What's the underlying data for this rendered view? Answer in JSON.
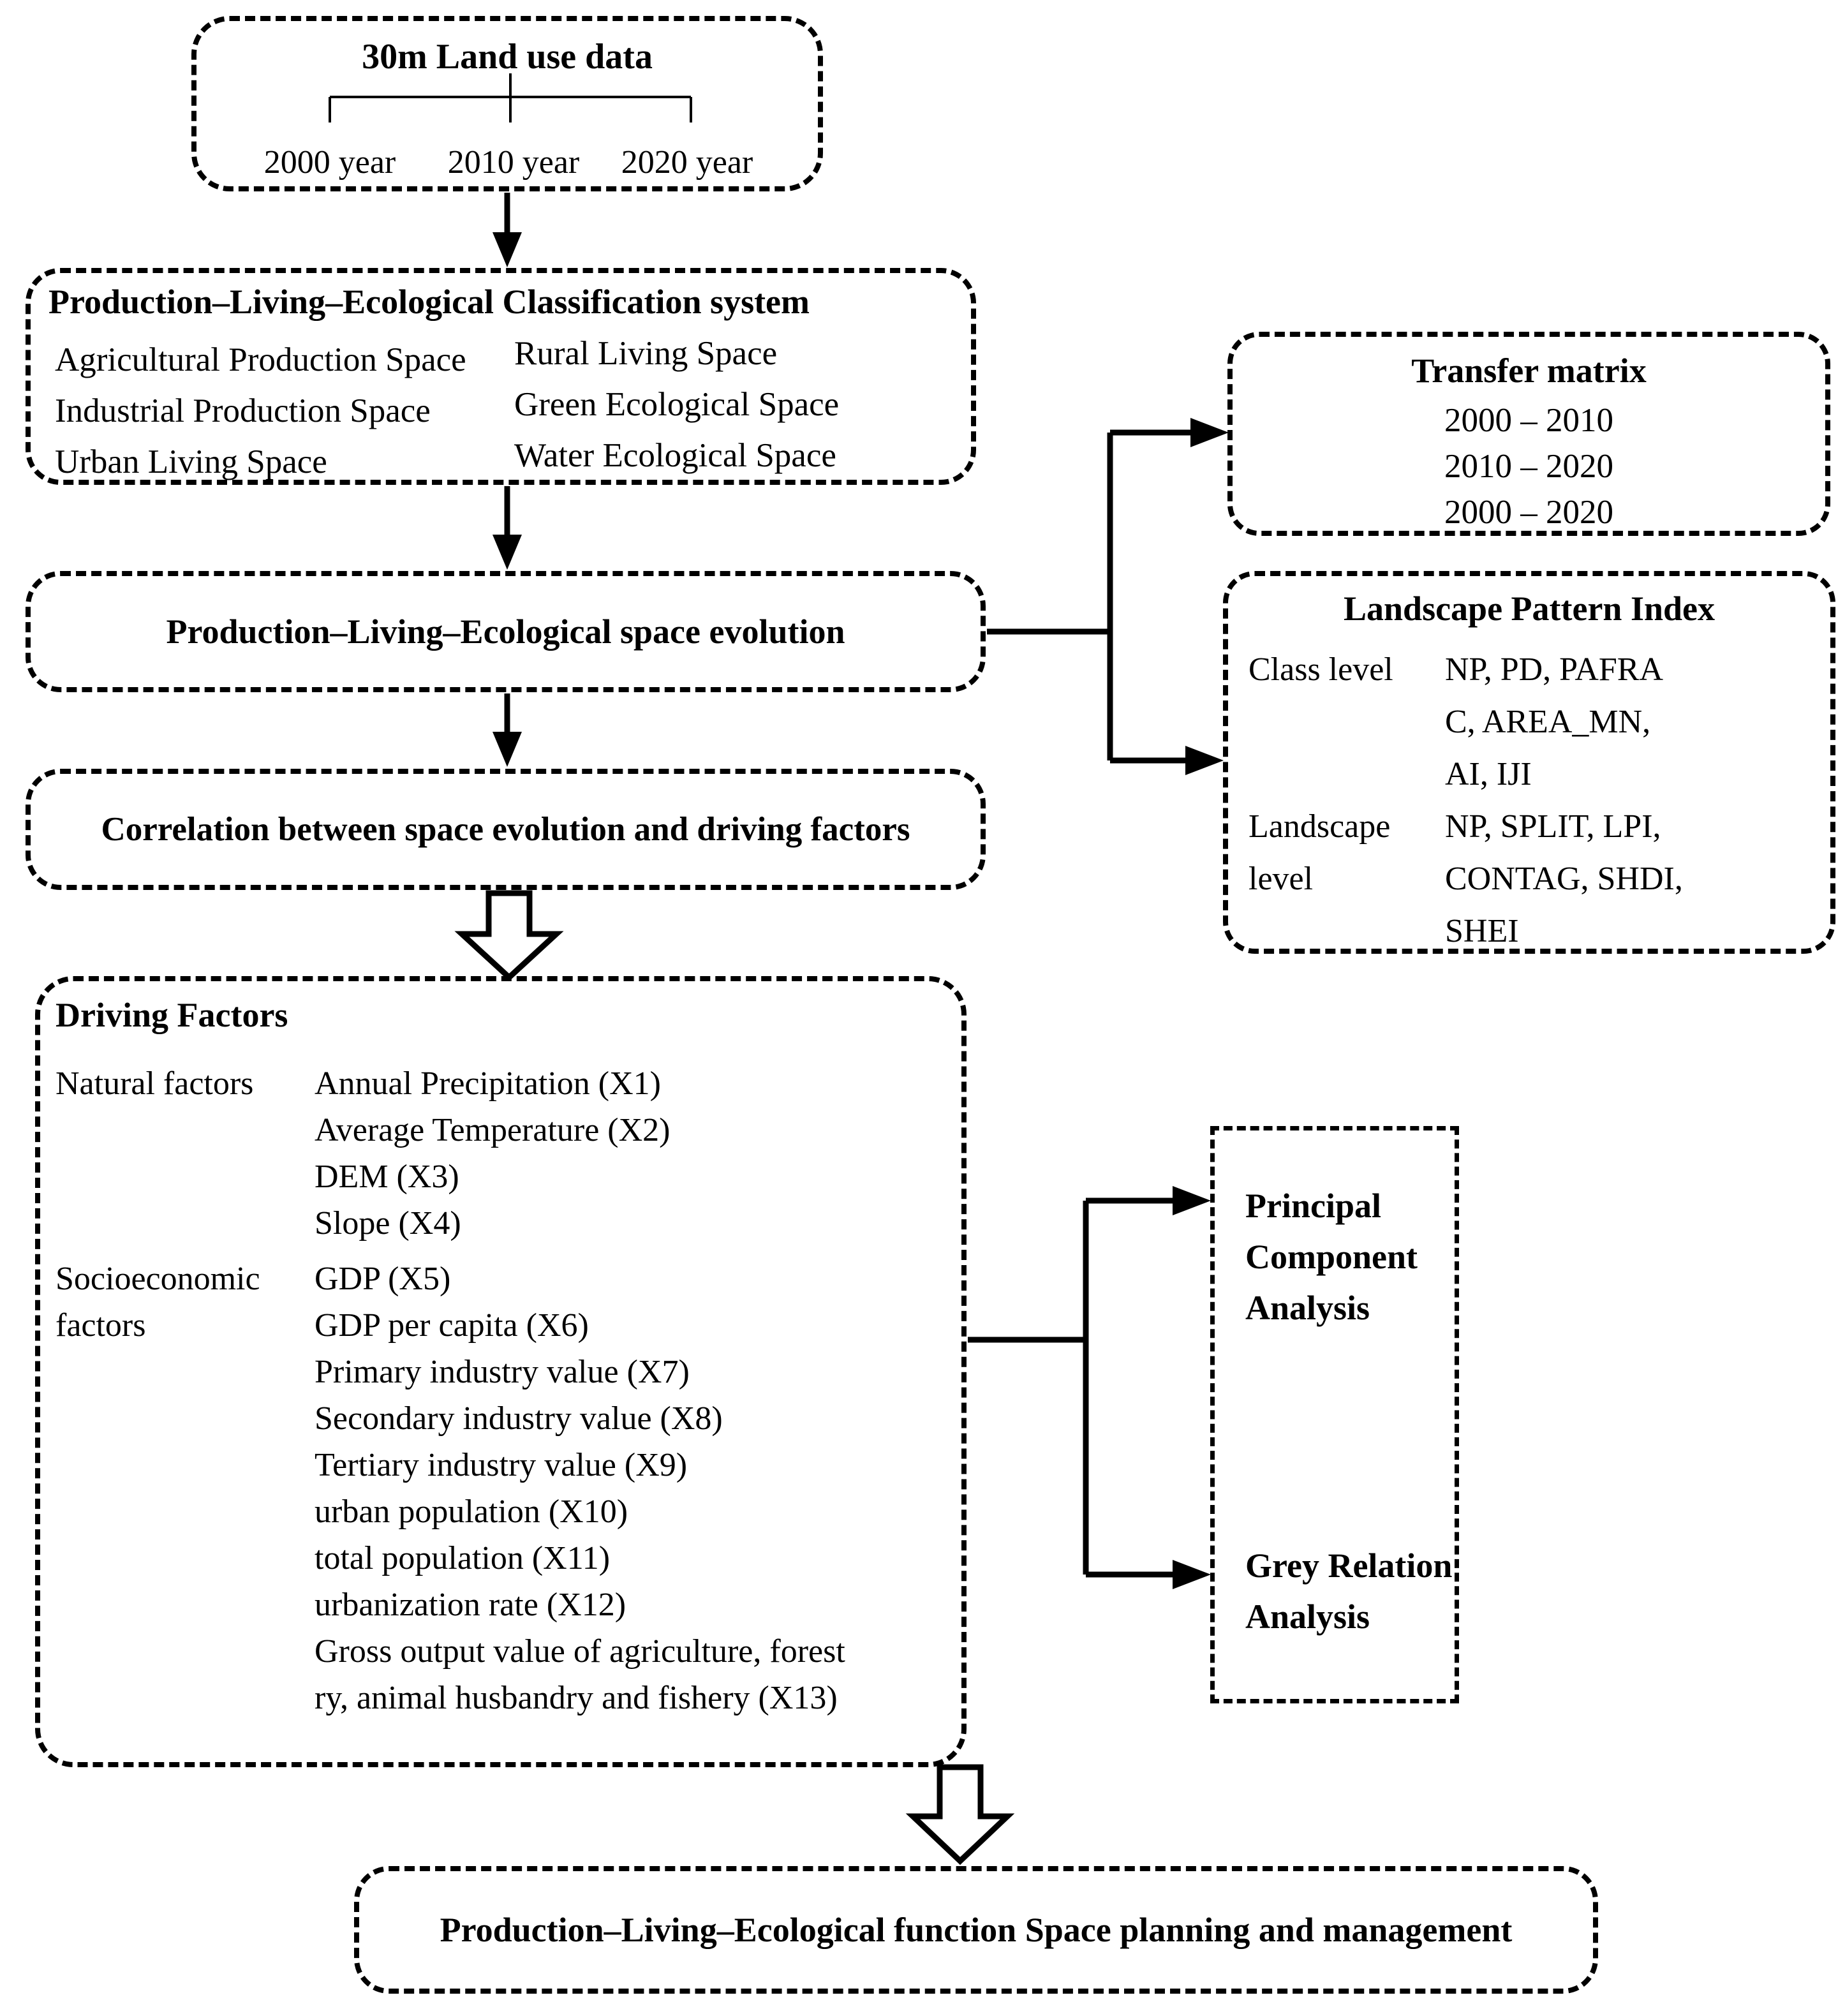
{
  "colors": {
    "ink": "#000000",
    "background": "#ffffff"
  },
  "diagram": {
    "land_use_box": {
      "title": "30m Land use data",
      "years": [
        "2000 year",
        "2010 year",
        "2020 year"
      ]
    },
    "classification_box": {
      "title": "Production–Living–Ecological Classification system",
      "left_items": [
        "Agricultural Production Space",
        "Industrial Production Space",
        "Urban Living Space"
      ],
      "right_items": [
        "Rural Living Space",
        "Green Ecological Space",
        "Water Ecological Space"
      ]
    },
    "evolution_box": {
      "title": "Production–Living–Ecological space evolution"
    },
    "correlation_box": {
      "title": "Correlation between space evolution and driving factors"
    },
    "transfer_box": {
      "title": "Transfer matrix",
      "periods": [
        "2000 – 2010",
        "2010 – 2020",
        "2000 – 2020"
      ]
    },
    "landscape_box": {
      "title": "Landscape Pattern Index",
      "class_level": {
        "label": "Class level",
        "lines": [
          "NP, PD, PAFRA",
          "C, AREA_MN,",
          "AI, IJI"
        ]
      },
      "landscape_level": {
        "label_lines": [
          "Landscape",
          "level"
        ],
        "lines": [
          "NP, SPLIT, LPI,",
          "CONTAG, SHDI,",
          "SHEI"
        ]
      }
    },
    "driving_factors_box": {
      "title": "Driving Factors",
      "natural": {
        "label": "Natural factors",
        "items": [
          "Annual Precipitation (X1)",
          "Average Temperature (X2)",
          "DEM (X3)",
          "Slope (X4)"
        ]
      },
      "socioeconomic": {
        "label_lines": [
          "Socioeconomic",
          "factors"
        ],
        "item_lines": [
          "GDP (X5)",
          "GDP per capita (X6)",
          "Primary industry value (X7)",
          "Secondary industry value (X8)",
          "Tertiary industry value (X9)",
          "urban population (X10)",
          "total population (X11)",
          "urbanization rate (X12)",
          "Gross output value of agriculture, forest",
          "ry, animal husbandry and fishery (X13)"
        ]
      }
    },
    "analysis_box": {
      "pca": "Principal Component Analysis",
      "gra": "Grey Relation Analysis"
    },
    "planning_box": {
      "title": "Production–Living–Ecological function Space planning and management"
    }
  }
}
